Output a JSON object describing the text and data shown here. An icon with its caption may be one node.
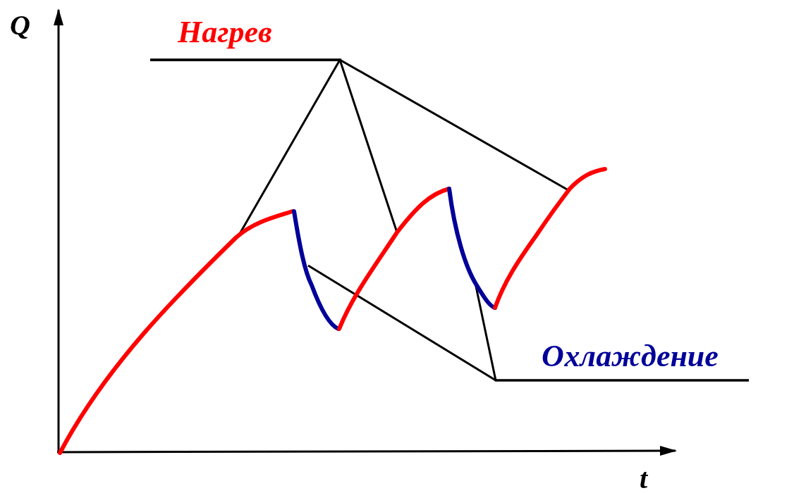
{
  "diagram": {
    "nodes": [
      {
        "text": [
          "Нагрев"
        ]
      },
      {
        "text": [],
        "shape": "curve"
      },
      {
        "text": [],
        "shape": "curve"
      },
      {
        "text": [],
        "shape": "curve"
      },
      {
        "text": [],
        "shape": "curve"
      },
      {
        "text": [],
        "shape": "curve"
      },
      {
        "text": [
          "Охлаждение"
        ]
      }
    ],
    "edges": [
      {
        "from": 0,
        "to": 1,
        "arrow": "none"
      },
      {
        "from": 0,
        "to": 3,
        "arrow": "none"
      },
      {
        "from": 0,
        "to": 5,
        "arrow": "none"
      },
      {
        "from": 6,
        "to": 2,
        "arrow": "none"
      },
      {
        "from": 6,
        "to": 4,
        "arrow": "none"
      }
    ],
    "labels": [
      "Q",
      "t"
    ]
  }
}
